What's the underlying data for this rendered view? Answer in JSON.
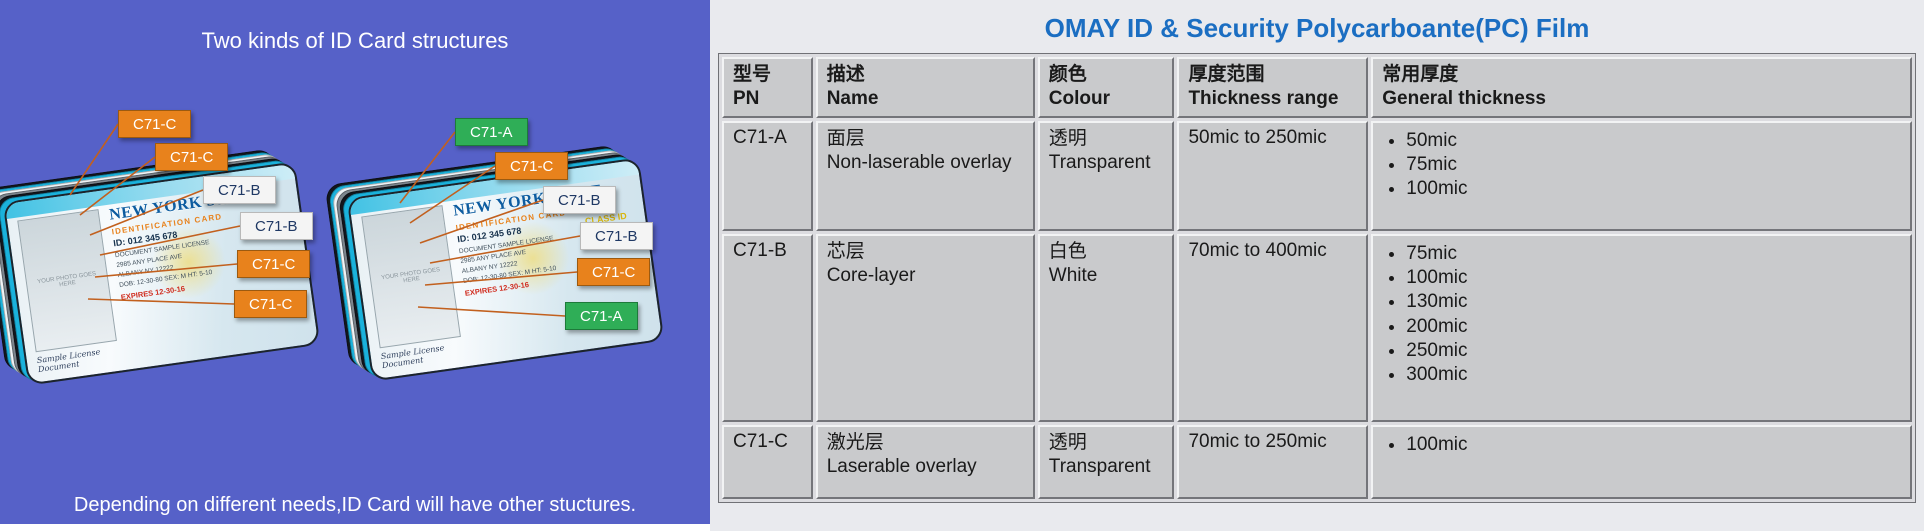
{
  "colors": {
    "slide_background": "#5661c8",
    "label_c71a": "#2fae57",
    "label_c71b": "#f4f4f4",
    "label_c71c": "#e8821c",
    "connector_line": "#c2601e",
    "table_title": "#1b6ec2",
    "table_cell": "#c9cacc",
    "panel_background": "#e9eaee"
  },
  "left_panel": {
    "title": "Two kinds of ID Card structures",
    "footer": "Depending on different needs,ID Card will have other stuctures.",
    "card": {
      "state": "NEW YORK STATE",
      "type_line": "IDENTIFICATION CARD",
      "id_line": "ID: 012 345 678",
      "class_line": "CLASS ID",
      "photo_placeholder": "YOUR PHOTO GOES HERE",
      "signature": "Sample License Document",
      "detail_lines": [
        "DOCUMENT SAMPLE LICENSE",
        "2985 ANY PLACE AVE",
        "ALBANY NY 12222",
        "DOB: 12-30-80  SEX: M  HT: 5-10"
      ],
      "expiry_line": "EXPIRES 12-30-16"
    },
    "diagrams": [
      {
        "name": "structure-1",
        "labels": [
          "C71-C",
          "C71-C",
          "C71-B",
          "C71-B",
          "C71-C",
          "C71-C"
        ]
      },
      {
        "name": "structure-2",
        "labels": [
          "C71-A",
          "C71-C",
          "C71-B",
          "C71-B",
          "C71-C",
          "C71-A"
        ]
      }
    ]
  },
  "right_panel": {
    "title": "OMAY ID & Security Polycarboante(PC) Film",
    "table": {
      "headers": [
        {
          "zh": "型号",
          "en": "PN"
        },
        {
          "zh": "描述",
          "en": "Name"
        },
        {
          "zh": "颜色",
          "en": "Colour"
        },
        {
          "zh": "厚度范围",
          "en": "Thickness range"
        },
        {
          "zh": "常用厚度",
          "en": "General thickness"
        }
      ],
      "rows": [
        {
          "pn": "C71-A",
          "name_zh": "面层",
          "name_en": "Non-laserable overlay",
          "colour_zh": "透明",
          "colour_en": "Transparent",
          "range": "50mic to 250mic",
          "thicknesses": [
            "50mic",
            "75mic",
            "100mic"
          ]
        },
        {
          "pn": "C71-B",
          "name_zh": "芯层",
          "name_en": "Core-layer",
          "colour_zh": "白色",
          "colour_en": "White",
          "range": "70mic to 400mic",
          "thicknesses": [
            "75mic",
            "100mic",
            "130mic",
            "200mic",
            "250mic",
            "300mic"
          ]
        },
        {
          "pn": "C71-C",
          "name_zh": "激光层",
          "name_en": "Laserable overlay",
          "colour_zh": "透明",
          "colour_en": "Transparent",
          "range": "70mic to 250mic",
          "thicknesses": [
            "100mic"
          ]
        }
      ]
    }
  }
}
